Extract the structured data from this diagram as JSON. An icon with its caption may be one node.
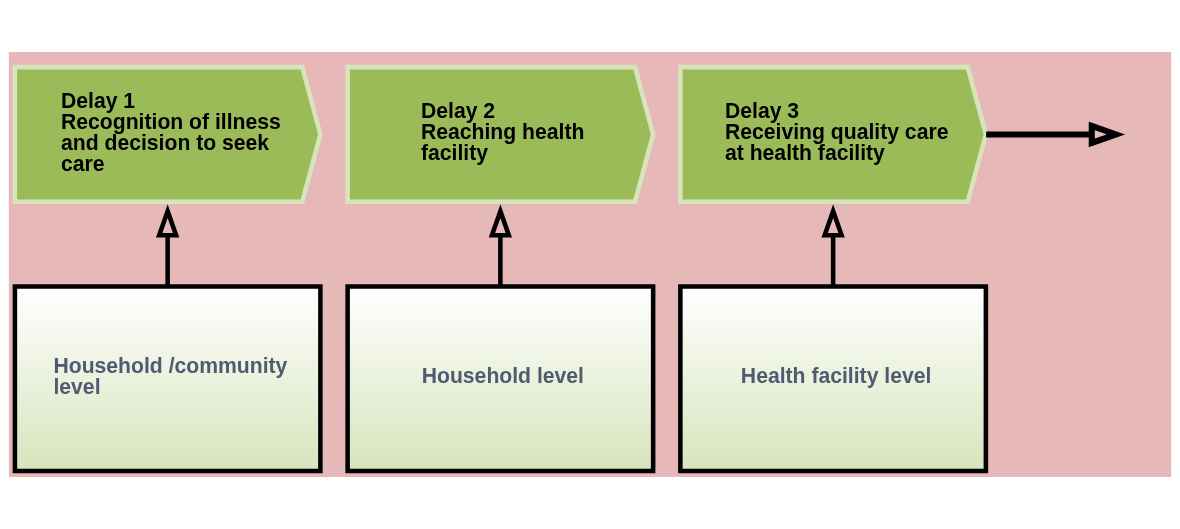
{
  "diagram": {
    "nodes": [
      {
        "text": [
          "Delay 1",
          "Recognition of illness and decision to seek care"
        ]
      },
      {
        "text": [
          "Delay 2",
          "Reaching health facility"
        ]
      },
      {
        "text": [
          "Delay 3",
          "Receiving quality care at health facility"
        ]
      },
      {
        "text": [
          "Household /community level"
        ]
      },
      {
        "text": [
          "Household level"
        ]
      },
      {
        "text": [
          "Health facility level"
        ]
      }
    ],
    "edges": [
      {
        "from": 3,
        "to": 0,
        "arrow": "to"
      },
      {
        "from": 4,
        "to": 1,
        "arrow": "to"
      },
      {
        "from": 5,
        "to": 2,
        "arrow": "to"
      },
      {
        "from": 2,
        "to": null,
        "arrow": "to"
      }
    ]
  }
}
